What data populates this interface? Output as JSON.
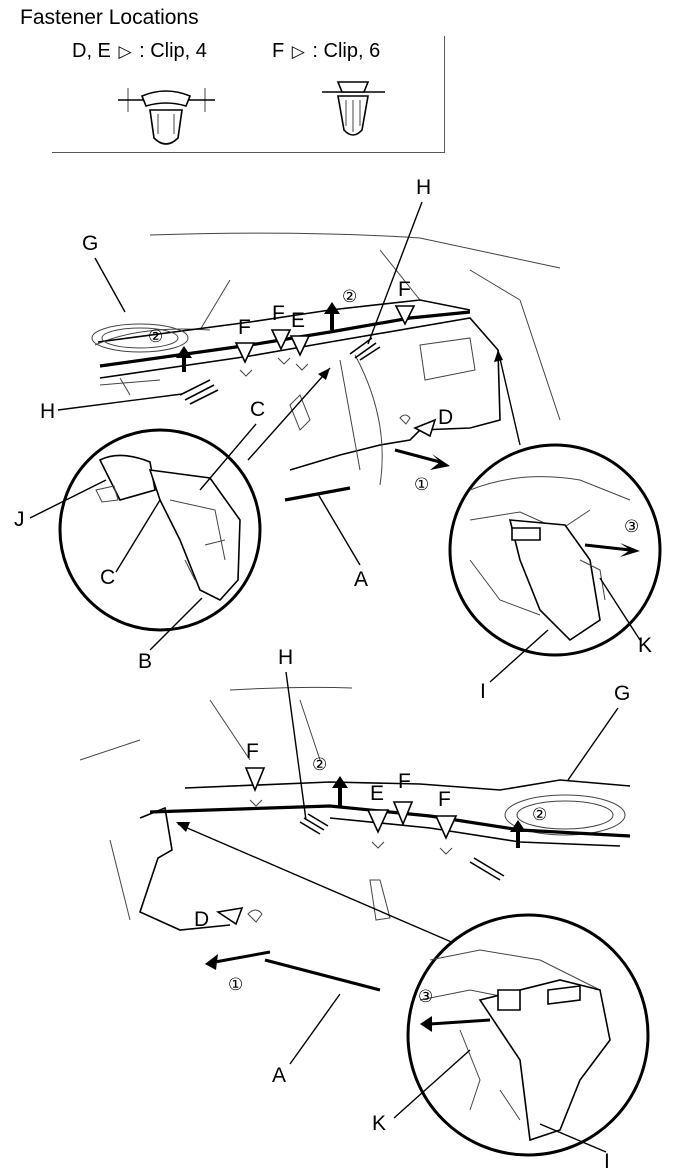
{
  "legend": {
    "title": "Fastener Locations",
    "de_prefix": "D, E",
    "de_suffix": ": Clip, 4",
    "f_prefix": "F",
    "f_suffix": ": Clip, 6"
  },
  "callouts": {
    "A": "A",
    "B": "B",
    "C": "C",
    "D": "D",
    "E": "E",
    "F": "F",
    "G": "G",
    "H": "H",
    "I": "I",
    "J": "J",
    "K": "K"
  },
  "steps": {
    "one": "①",
    "two": "②",
    "three": "③"
  }
}
